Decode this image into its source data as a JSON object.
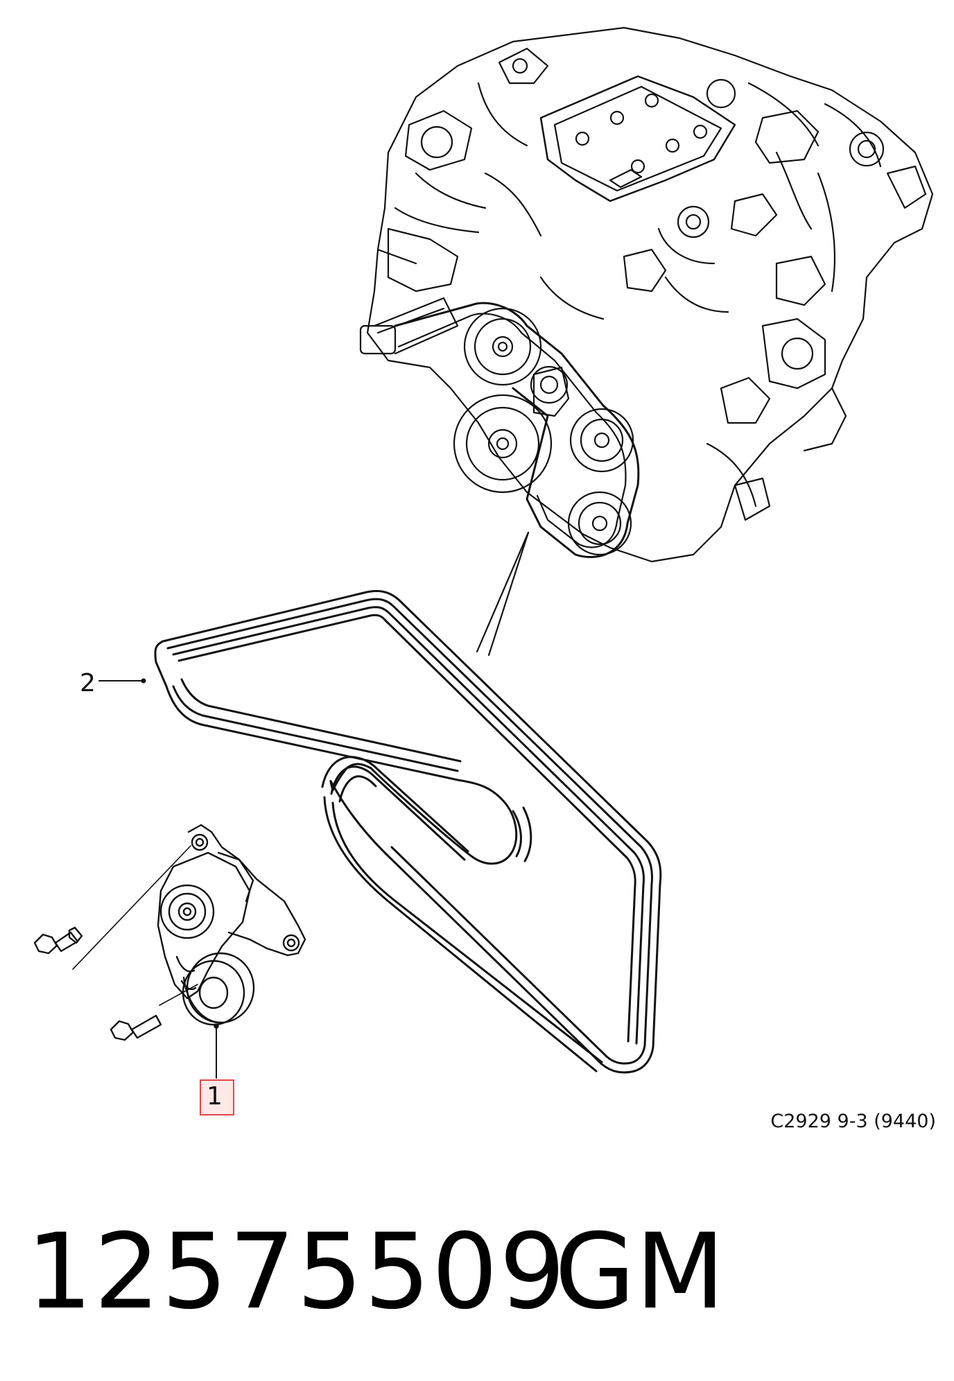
{
  "callouts": {
    "belt_label": "2",
    "tensioner_label": "1"
  },
  "reference_code": "C2929 9-3 (9440)",
  "part_number": "12575509",
  "brand": "GM",
  "colors": {
    "line": "#111111",
    "highlight_border": "#e04848",
    "highlight_fill": "#ffe8e8"
  }
}
